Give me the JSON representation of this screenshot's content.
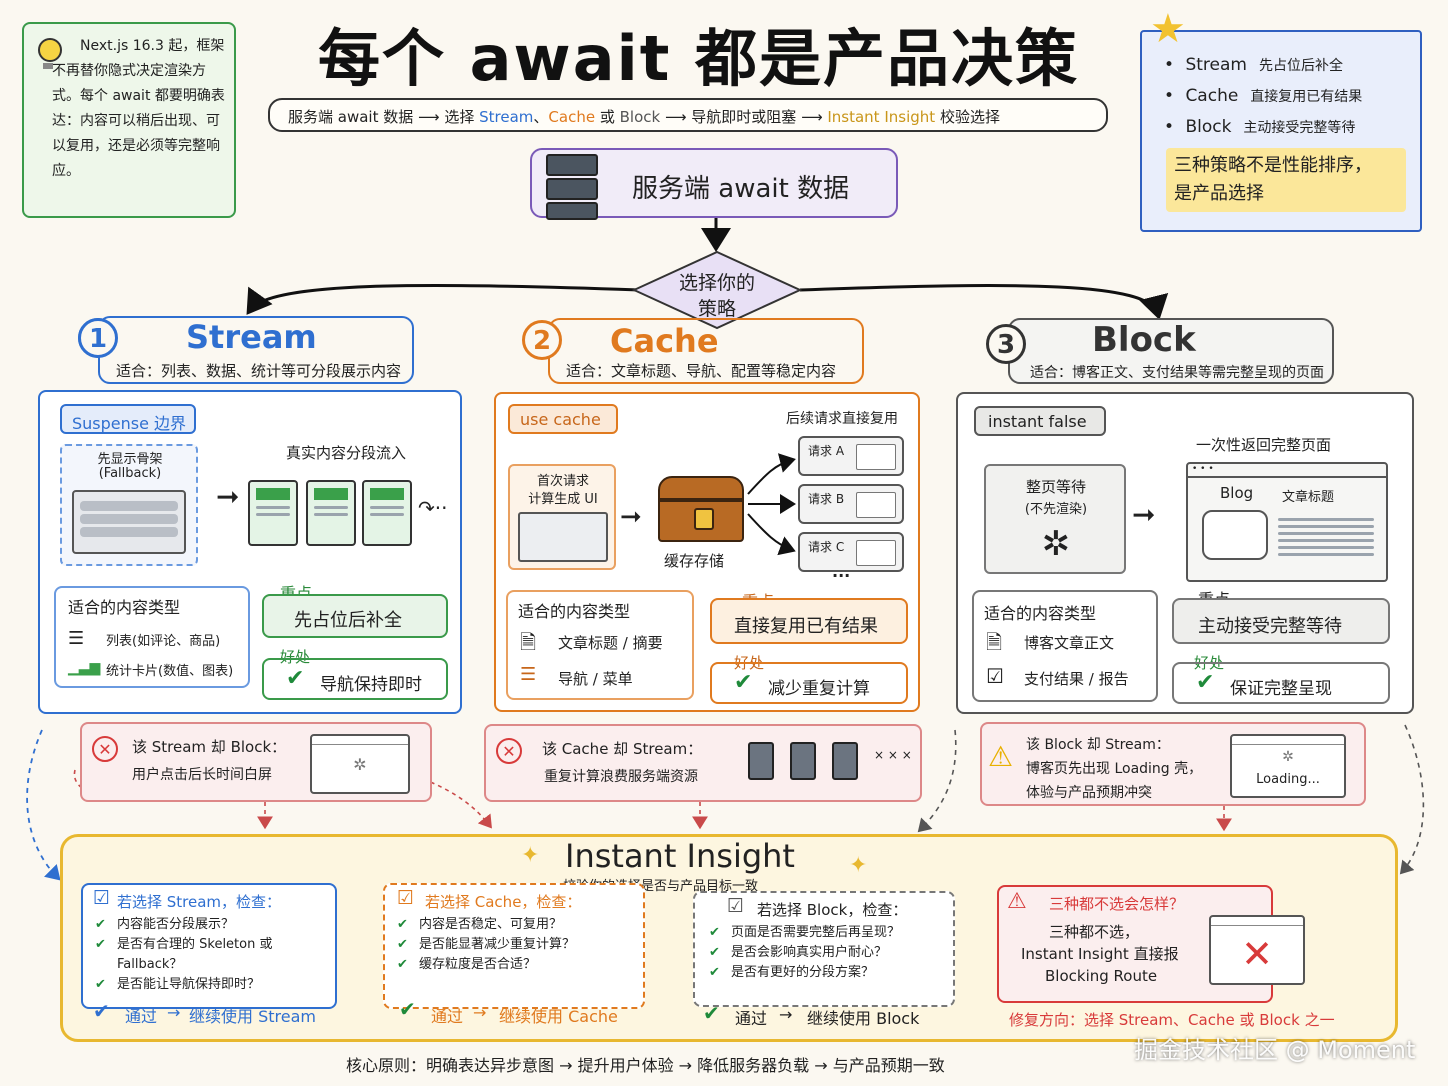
{
  "title": "每个 await 都是产品决策",
  "flow": {
    "p1": "服务端 await 数据",
    "p2": "选择",
    "stream": "Stream",
    "sep": "、",
    "cache": "Cache",
    "or": "或",
    "block": "Block",
    "p3": "导航即时或阻塞",
    "insight": "Instant Insight",
    "p4": "校验选择"
  },
  "note_left": "Next.js 16.3 起，框架不再替你隐式决定渲染方式。每个 await 都要明确表达：内容可以稍后出现、可以复用，还是必须等完整响应。",
  "note_right": {
    "items": [
      {
        "name": "Stream",
        "desc": "先占位后补全"
      },
      {
        "name": "Cache",
        "desc": "直接复用已有结果"
      },
      {
        "name": "Block",
        "desc": "主动接受完整等待"
      }
    ],
    "highlight_l1": "三种策略不是性能排序，",
    "highlight_l2": "是产品选择"
  },
  "server_box": "服务端 await 数据",
  "decision_l1": "选择你的",
  "decision_l2": "策略",
  "colors": {
    "stream": "#2f6fd0",
    "cache": "#e07a1f",
    "block": "#555555",
    "insight": "#e8b830",
    "error": "#d83a3a",
    "good": "#1f8a3a"
  },
  "stream": {
    "num": "1",
    "title": "Stream",
    "fit": "适合：列表、数据、统计等可分段展示内容",
    "tag": "Suspense 边界",
    "fallback_l1": "先显示骨架",
    "fallback_l2": "(Fallback)",
    "real": "真实内容分段流入",
    "types_title": "适合的内容类型",
    "types": [
      "列表(如评论、商品)",
      "统计卡片(数值、图表)"
    ],
    "key_label": "重点",
    "key": "先占位后补全",
    "benefit_label": "好处",
    "benefit": "导航保持即时",
    "bad_title": "该 Stream 却 Block：",
    "bad_desc": "用户点击后长时间白屏"
  },
  "cache": {
    "num": "2",
    "title": "Cache",
    "fit": "适合：文章标题、导航、配置等稳定内容",
    "tag": "use cache",
    "reuse": "后续请求直接复用",
    "first_l1": "首次请求",
    "first_l2": "计算生成 UI",
    "store": "缓存存储",
    "req": [
      "请求 A",
      "请求 B",
      "请求 C"
    ],
    "types_title": "适合的内容类型",
    "types": [
      "文章标题 / 摘要",
      "导航 / 菜单"
    ],
    "key_label": "重点",
    "key": "直接复用已有结果",
    "benefit_label": "好处",
    "benefit": "减少重复计算",
    "bad_title": "该 Cache 却 Stream：",
    "bad_desc": "重复计算浪费服务端资源"
  },
  "block": {
    "num": "3",
    "title": "Block",
    "fit": "适合：博客正文、支付结果等需完整呈现的页面",
    "tag": "instant false",
    "once": "一次性返回完整页面",
    "wait_l1": "整页等待",
    "wait_l2": "(不先渲染)",
    "blog": "Blog",
    "article_title": "文章标题",
    "types_title": "适合的内容类型",
    "types": [
      "博客文章正文",
      "支付结果 / 报告"
    ],
    "key_label": "重点",
    "key": "主动接受完整等待",
    "benefit_label": "好处",
    "benefit": "保证完整呈现",
    "bad_title": "该 Block 却 Stream：",
    "bad_desc_l1": "博客页先出现 Loading 壳，",
    "bad_desc_l2": "体验与产品预期冲突",
    "loading": "Loading..."
  },
  "insight": {
    "title": "Instant Insight",
    "subtitle": "校验你的选择是否与产品目标一致",
    "c1": {
      "title": "若选择 Stream，检查：",
      "items": [
        "内容能否分段展示？",
        "是否有合理的 Skeleton 或 Fallback？",
        "是否能让导航保持即时？"
      ],
      "pass": "通过",
      "next": "继续使用 Stream"
    },
    "c2": {
      "title": "若选择 Cache，检查：",
      "items": [
        "内容是否稳定、可复用？",
        "是否能显著减少重复计算？",
        "缓存粒度是否合适？"
      ],
      "pass": "通过",
      "next": "继续使用 Cache"
    },
    "c3": {
      "title": "若选择 Block，检查：",
      "items": [
        "页面是否需要完整后再呈现？",
        "是否会影响真实用户耐心？",
        "是否有更好的分段方案？"
      ],
      "pass": "通过",
      "next": "继续使用 Block"
    },
    "c4": {
      "title": "三种都不选会怎样？",
      "l1": "三种都不选，",
      "l2": "Instant Insight 直接报",
      "l3": "Blocking Route"
    },
    "fix": "修复方向：选择 Stream、Cache 或 Block 之一"
  },
  "principle": "核心原则：明确表达异步意图 → 提升用户体验 → 降低服务器负载 → 与产品预期一致",
  "watermark": "掘金技术社区 @ Moment"
}
